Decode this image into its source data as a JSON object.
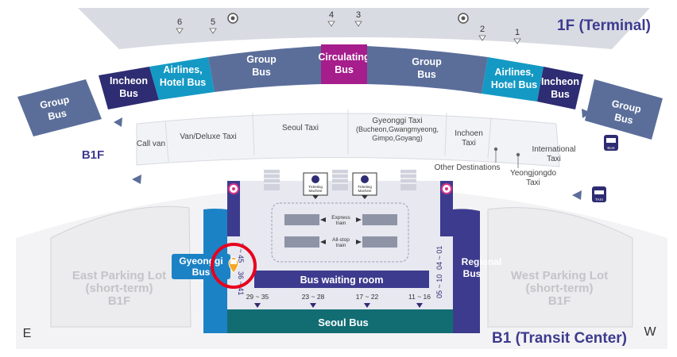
{
  "title_1f": "1F (Terminal)",
  "title_b1f": "B1F",
  "title_b1": "B1 (Transit Center)",
  "compass": {
    "east": "E",
    "west": "W"
  },
  "gates_top": [
    "6",
    "5",
    "4",
    "3",
    "2",
    "1"
  ],
  "top_zones": {
    "group_bus_left": [
      "Group",
      "Bus"
    ],
    "incheon_bus_left": [
      "Incheon",
      "Bus"
    ],
    "airlines_hotel_left": [
      "Airlines,",
      "Hotel Bus"
    ],
    "group_bus_center_left": [
      "Group",
      "Bus"
    ],
    "circulating_bus": [
      "Circulating",
      "Bus"
    ],
    "group_bus_center_right": [
      "Group",
      "Bus"
    ],
    "airlines_hotel_right": [
      "Airlines,",
      "Hotel Bus"
    ],
    "incheon_bus_right": [
      "Incheon",
      "Bus"
    ],
    "group_bus_right": [
      "Group",
      "Bus"
    ]
  },
  "taxi_zones": {
    "call_van": "Call van",
    "van_deluxe": "Van/Deluxe Taxi",
    "seoul_taxi": "Seoul Taxi",
    "gyeonggi_taxi": [
      "Gyeonggi Taxi",
      "(Bucheon,Gwangmyeong,",
      "Gimpo,Goyang)"
    ],
    "incheon_taxi": [
      "Inchoen",
      "Taxi"
    ],
    "other_destinations": "Other Destinations",
    "international_taxi": [
      "International",
      "Taxi"
    ],
    "yeongjongdo_taxi": [
      "Yeongjongdo",
      "Taxi"
    ]
  },
  "icons": {
    "bus": "BUS",
    "taxi": "TAXI"
  },
  "ticketing_machine": [
    "Ticketing",
    "Machine"
  ],
  "trains": {
    "express": [
      "Express",
      "train"
    ],
    "all_stop": [
      "All-stop",
      "train"
    ]
  },
  "parking": {
    "east": [
      "East Parking Lot",
      "(short-term)",
      "B1F"
    ],
    "west": [
      "West Parking Lot",
      "(short-term)",
      "B1F"
    ]
  },
  "gyeonggi_bus": [
    "Gyeonggi",
    "Bus"
  ],
  "regional_bus": [
    "Regional",
    "Bus"
  ],
  "bus_waiting_room": "Bus waiting room",
  "seoul_bus": "Seoul Bus",
  "platforms_bottom": [
    "29 ~ 35",
    "23 ~ 28",
    "17 ~ 22",
    "11 ~ 16"
  ],
  "platforms_left": [
    "2 ~ 45",
    "36 ~ 41"
  ],
  "platforms_right": [
    "04 ~ 01",
    "05 ~ 10"
  ],
  "colors": {
    "navy": "#2e2c72",
    "teal": "#1499c4",
    "slate": "#5b6e9a",
    "magenta": "#a61d8c",
    "seoul_green": "#126d73",
    "gyeonggi_blue": "#1c82c6",
    "regional_purple": "#3d3b8e",
    "highlight": "#e8001c"
  }
}
